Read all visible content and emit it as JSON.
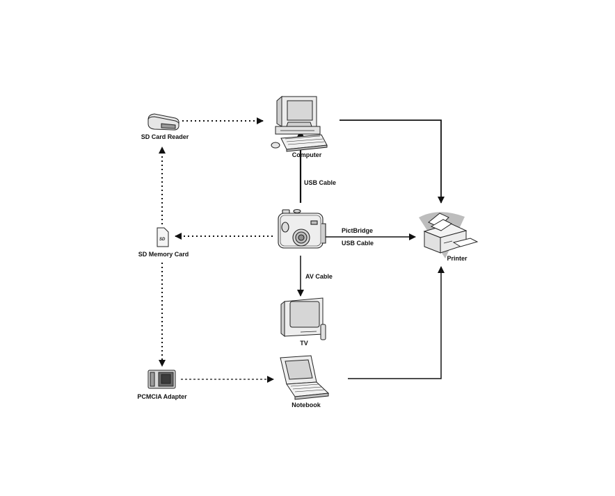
{
  "diagram": {
    "nodes": {
      "sd_card_reader": "SD Card Reader",
      "computer": "Computer",
      "sd_memory_card": "SD Memory Card",
      "camera": "",
      "printer": "Printer",
      "tv": "TV",
      "pcmcia_adapter": "PCMCIA Adapter",
      "notebook": "Notebook"
    },
    "edges": {
      "usb_cable": "USB Cable",
      "pictbridge": "PictBridge",
      "usb_cable_printer": "USB Cable",
      "av_cable": "AV Cable"
    },
    "colors": {
      "line": "#111111",
      "device_fill": "#f2f2f2",
      "device_shade": "#bdbdbd",
      "screen": "#d9d9d9"
    }
  }
}
